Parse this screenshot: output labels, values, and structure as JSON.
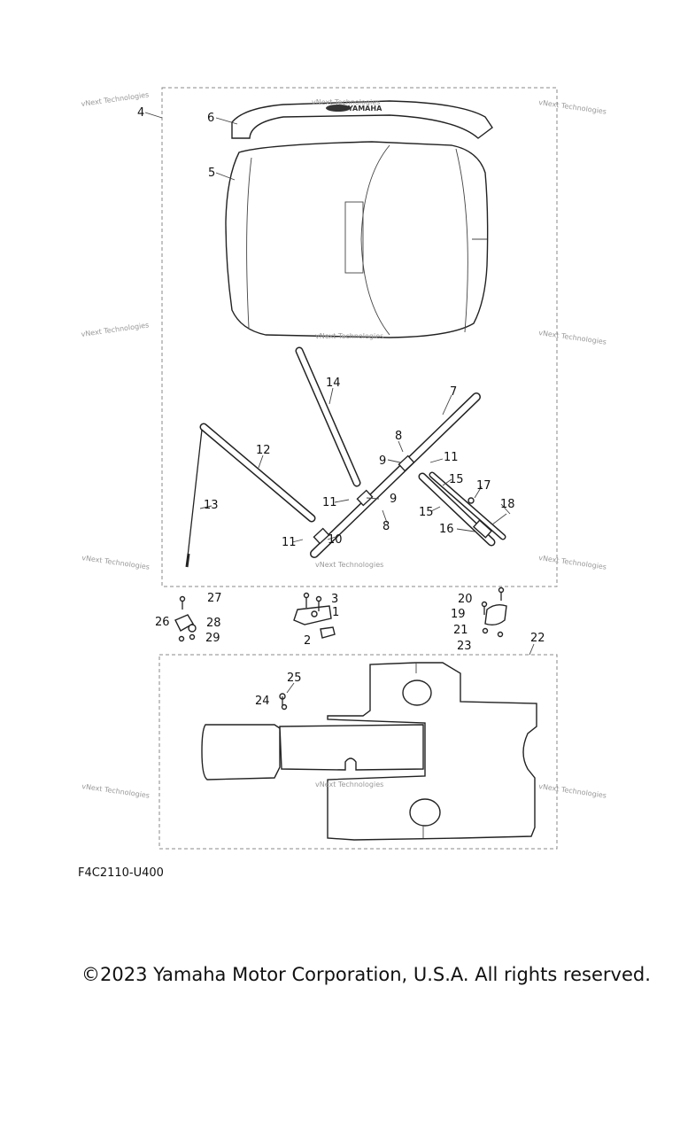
{
  "diagram": {
    "callouts": [
      "1",
      "2",
      "3",
      "4",
      "5",
      "6",
      "7",
      "8",
      "8",
      "9",
      "9",
      "10",
      "11",
      "11",
      "11",
      "12",
      "13",
      "14",
      "15",
      "15",
      "16",
      "17",
      "18",
      "19",
      "20",
      "21",
      "22",
      "23",
      "24",
      "25",
      "26",
      "27",
      "28",
      "29"
    ],
    "watermark": "vNext Technologies",
    "logo": "YAMAHA"
  },
  "footer": {
    "figure_code": "F4C2110-U400",
    "copyright": "©2023 Yamaha Motor Corporation, U.S.A. All rights reserved."
  }
}
